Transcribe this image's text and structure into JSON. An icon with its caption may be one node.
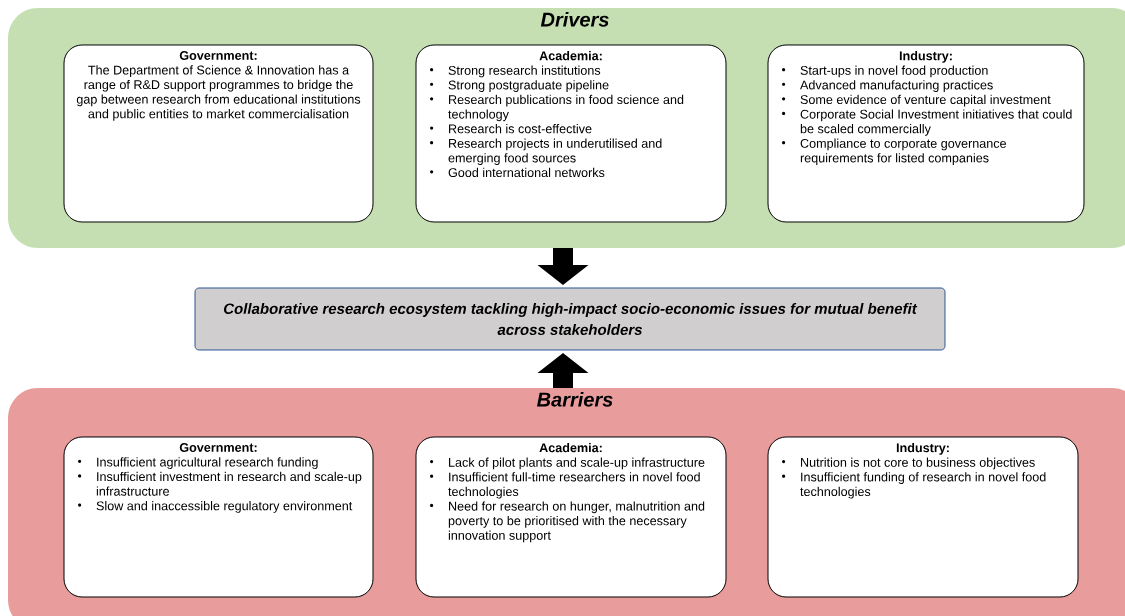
{
  "diagram": {
    "nodes": [
      {
        "text": [
          "Drivers"
        ]
      },
      {
        "text": [
          "Government:",
          "The Department of Science & Innovation has a range of R&D support programmes to bridge the gap between research from educational institutions and public entities to market commercialisation"
        ],
        "in": 0
      },
      {
        "text": [
          "Academia:",
          "Strong research institutions",
          "Strong postgraduate pipeline",
          "Research publications in food science and technology",
          "Research is cost-effective",
          "Research projects in underutilised and emerging food sources",
          "Good international networks"
        ],
        "in": 0
      },
      {
        "text": [
          "Industry:",
          "Start-ups in novel food production",
          "Advanced manufacturing practices",
          "Some evidence of venture capital investment",
          "Corporate Social Investment initiatives that could be scaled commercially",
          "Compliance to corporate governance requirements for listed companies"
        ],
        "in": 0
      },
      {
        "text": [
          "Collaborative research ecosystem tackling high-impact socio-economic issues for mutual benefit across stakeholders"
        ]
      },
      {
        "text": [
          "Barriers"
        ]
      },
      {
        "text": [
          "Government:",
          "Insufficient agricultural research funding",
          "Insufficient investment in research and scale-up infrastructure",
          "Slow and inaccessible regulatory environment"
        ],
        "in": 5
      },
      {
        "text": [
          "Academia:",
          "Lack of pilot plants and scale-up infrastructure",
          "Insufficient full-time researchers in novel food technologies",
          "Need for research on hunger, malnutrition and poverty to be prioritised with the necessary innovation support"
        ],
        "in": 5
      },
      {
        "text": [
          "Industry:",
          "Nutrition is not core to business objectives",
          "Insufficient funding of research in novel food technologies"
        ],
        "in": 5
      }
    ],
    "edges": [
      {
        "from": 0,
        "to": 4,
        "arrow": "to"
      },
      {
        "from": 5,
        "to": 4,
        "arrow": "to"
      }
    ]
  }
}
